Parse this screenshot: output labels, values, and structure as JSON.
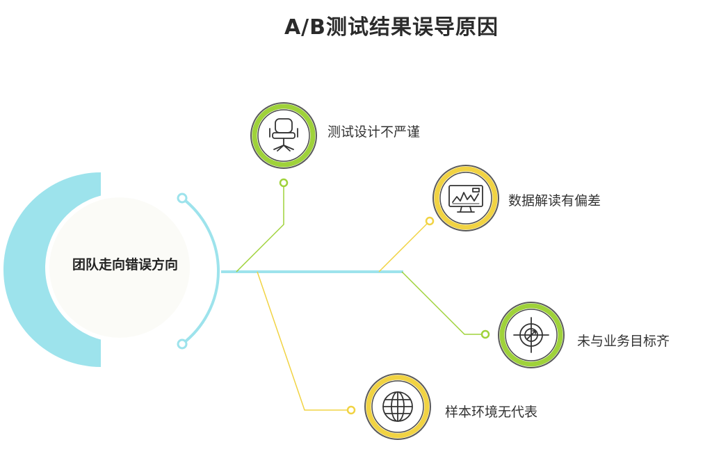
{
  "title": "A/B测试结果误导原因",
  "center": {
    "label": "团队走向错误方向"
  },
  "colors": {
    "cyan": "#9de3ec",
    "green": "#9fd23a",
    "yellow": "#f1d343",
    "center_fill": "#fbfbf7"
  },
  "nodes": [
    {
      "label": "测试设计不严谨",
      "icon": "office-chair-icon",
      "accent": "green"
    },
    {
      "label": "数据解读有偏差",
      "icon": "monitor-chart-icon",
      "accent": "yellow"
    },
    {
      "label": "未与业务目标齐",
      "icon": "target-compass-icon",
      "accent": "green"
    },
    {
      "label": "样本环境无代表",
      "icon": "globe-icon",
      "accent": "yellow"
    }
  ]
}
